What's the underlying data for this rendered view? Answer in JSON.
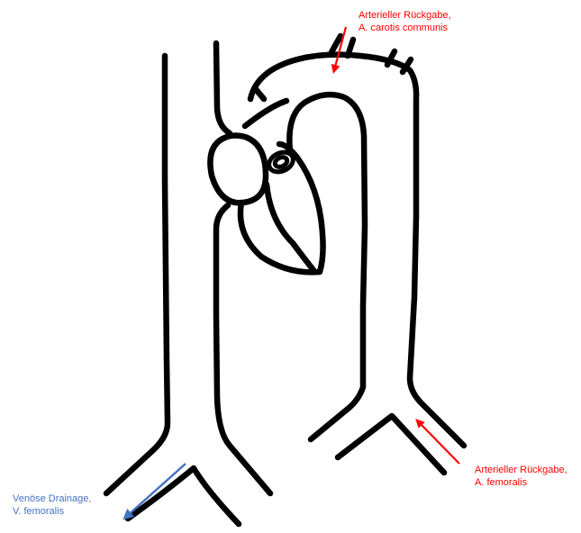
{
  "colors": {
    "arterial": "#ff0000",
    "venous": "#4472c4",
    "vessel": "#000000",
    "background": "#ffffff"
  },
  "labels": {
    "carotid": {
      "line1": "Arterieller Rückgabe,",
      "line2": "A. carotis communis"
    },
    "femoral_artery": {
      "line1": "Arterieller Rückgabe,",
      "line2": "A. femoralis"
    },
    "venous": {
      "line1": "Venöse Drainage,",
      "line2": "V. femoralis"
    }
  }
}
